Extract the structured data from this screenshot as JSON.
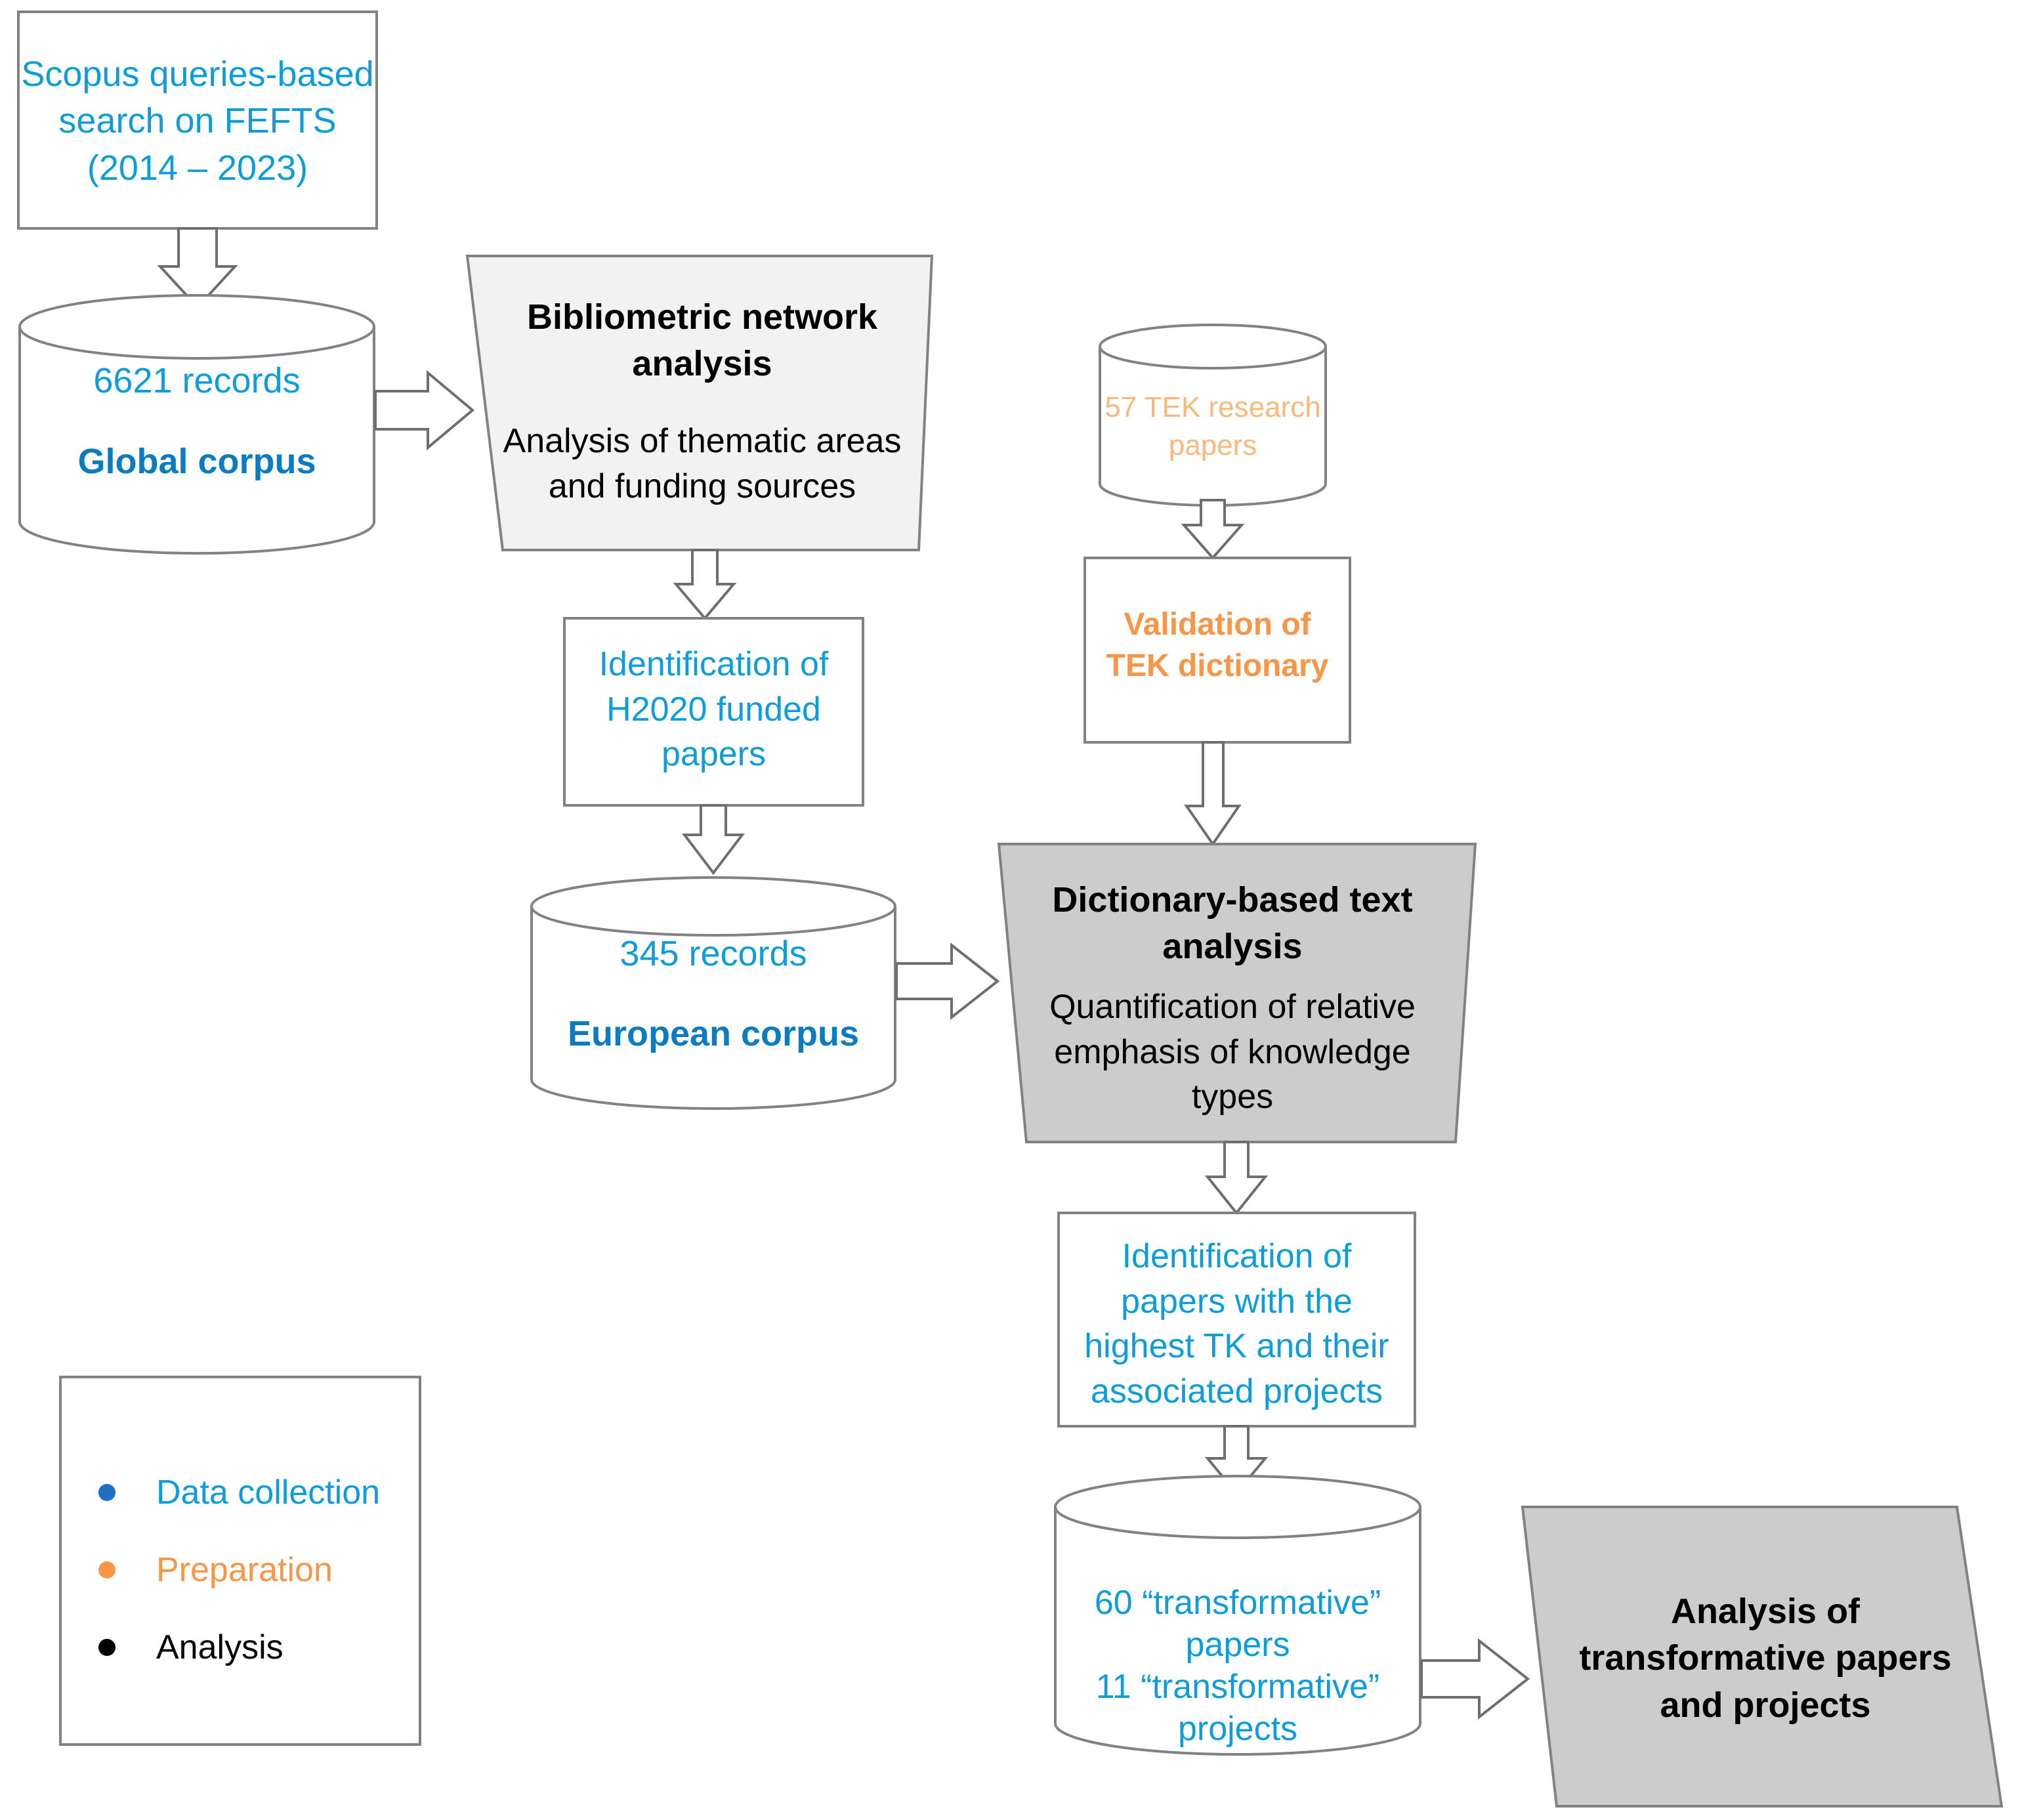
{
  "diagram": {
    "title": "Research workflow flowchart",
    "colors": {
      "data_collection": "#0D9DDB",
      "data_collection_bold": "#0C7CC2",
      "preparation": "#F79646",
      "preparation_light": "#FBB87C",
      "analysis": "#000000",
      "process_fill_light": "#f2f2f2",
      "process_fill_gray": "#cccccc",
      "shape_outline": "#808285",
      "arrow_outline": "#6d6e71"
    },
    "nodes": {
      "scopus_search": {
        "shape": "rectangle",
        "category": "Data collection",
        "text": "Scopus queries-based\nsearch on FEFTS\n(2014 – 2023)"
      },
      "global_corpus": {
        "shape": "cylinder",
        "category": "Data collection",
        "line1": "6621 records",
        "line2": "Global corpus"
      },
      "bibliometric_analysis": {
        "shape": "trapezoid",
        "category": "Analysis",
        "title": "Bibliometric network\nanalysis",
        "body": "Analysis of thematic areas\nand funding sources"
      },
      "h2020_identification": {
        "shape": "rectangle",
        "category": "Data collection",
        "text": "Identification of\nH2020 funded\npapers"
      },
      "european_corpus": {
        "shape": "cylinder",
        "category": "Data collection",
        "line1": "345 records",
        "line2": "European corpus"
      },
      "tek_papers": {
        "shape": "cylinder",
        "category": "Preparation",
        "text": "57 TEK research\npapers"
      },
      "tek_validation": {
        "shape": "rectangle",
        "category": "Preparation",
        "text": "Validation of\nTEK dictionary"
      },
      "dictionary_text_analysis": {
        "shape": "trapezoid",
        "category": "Analysis",
        "title": "Dictionary-based text\nanalysis",
        "body": "Quantification of relative\nemphasis of knowledge\ntypes"
      },
      "highest_tk_identification": {
        "shape": "rectangle",
        "category": "Data collection",
        "text": "Identification of\npapers with the\nhighest TK and their\nassociated projects"
      },
      "transformative_outputs": {
        "shape": "cylinder",
        "category": "Data collection",
        "line1": "60 “transformative”",
        "line2": "papers",
        "line3": "11  “transformative”",
        "line4": "projects"
      },
      "final_analysis": {
        "shape": "trapezoid",
        "category": "Analysis",
        "text": "Analysis of\ntransformative papers\nand projects"
      }
    },
    "legend": {
      "items": [
        {
          "label": "Data collection",
          "color": "#0D9DDB",
          "dot": "#1F6FC4"
        },
        {
          "label": "Preparation",
          "color": "#F79646",
          "dot": "#F79646"
        },
        {
          "label": "Analysis",
          "color": "#000000",
          "dot": "#000000"
        }
      ]
    }
  }
}
